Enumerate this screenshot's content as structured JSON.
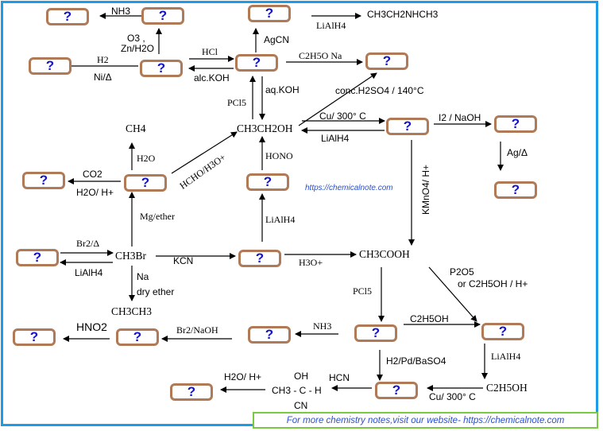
{
  "unknown_marker": "?",
  "compounds": {
    "center": "CH3CH2OH",
    "bromide": "CH3Br",
    "acid": "CH3COOH",
    "methane": "CH4",
    "ethane": "CH3CH3",
    "ethanol_product": "C2H5OH",
    "amine": "CH3CH2NHCH3",
    "cyanohydrin_oh": "OH",
    "cyanohydrin_main": "CH3 - C - H",
    "cyanohydrin_cn": "CN"
  },
  "reagents": {
    "nh3_top": "NH3",
    "ozonolysis": "O3 ,",
    "ozonolysis2": "Zn/H2O",
    "h2": "H2",
    "ni": "Ni/Δ",
    "hcl": "HCl",
    "alc_koh": "alc.KOH",
    "agcn": "AgCN",
    "lialh4_top": "LiAlH4",
    "ethoxide": "C2H5O Na",
    "conc_h2so4": "conc.H2SO4 / 140°C",
    "pcl5_left": "PCl5",
    "aq_koh": "aq.KOH",
    "cu_300_top": "Cu/ 300° C",
    "lialh4_mid": "LiAlH4",
    "i2_naoh": "I2 / NaOH",
    "ag_heat": "Ag/Δ",
    "h2o": "H2O",
    "hcho": "HCHO/H3O+",
    "hono": "HONO",
    "co2": "CO2",
    "h2o_h": "H2O/ H+",
    "mg_ether": "Mg/ether",
    "kmno4": "KMnO4/ H+",
    "lialh4_low": "LiAlH4",
    "br2": "Br2/Δ",
    "lialh4_left": "LiAlH4",
    "kcn": "KCN",
    "h3o": "H3O+",
    "p2o5": "P2O5",
    "or_ethanol": "or C2H5OH / H+",
    "na": "Na",
    "dry_ether": "dry ether",
    "pcl5_low": "PCl5",
    "hno2": "HNO2",
    "br2_naoh": "Br2/NaOH",
    "nh3_low": "NH3",
    "c2h5oh_reagent": "C2H5OH",
    "lialh4_right": "LiAlH4",
    "rosenmund": "H2/Pd/BaSO4",
    "hcn": "HCN",
    "h2o_h_bottom": "H2O/ H+",
    "cu_300_bottom": "Cu/ 300° C"
  },
  "watermark": "https://chemicalnote.com",
  "footer": "For more chemistry notes,visit our website- https://chemicalnote.com",
  "colors": {
    "border": "#1e9be6",
    "box": "#b07a56",
    "question": "#1414cc",
    "footer_border": "#7ac943",
    "link": "#2b4fcc"
  }
}
